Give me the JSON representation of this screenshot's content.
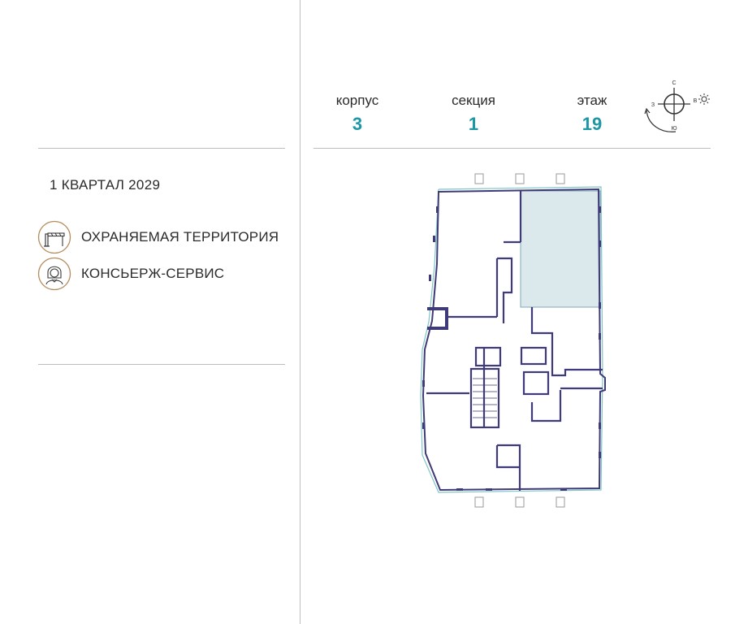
{
  "completion": {
    "text": "1 КВАРТАЛ 2029"
  },
  "features": [
    {
      "label": "ОХРАНЯЕМАЯ ТЕРРИТОРИЯ",
      "icon": "barrier-icon"
    },
    {
      "label": "КОНСЬЕРЖ-СЕРВИС",
      "icon": "concierge-icon"
    }
  ],
  "stats": [
    {
      "label": "корпус",
      "value": "3"
    },
    {
      "label": "секция",
      "value": "1"
    },
    {
      "label": "этаж",
      "value": "19"
    }
  ],
  "compass": {
    "north": "С",
    "south": "Ю",
    "east": "В",
    "west": "З"
  },
  "colors": {
    "accent": "#1c97a3",
    "wall": "#3f3a78",
    "selected_unit": "#dce9ec",
    "window": "#7fc4c7",
    "divider": "#bdbdbd",
    "icon_ring": "#b58c5c"
  }
}
